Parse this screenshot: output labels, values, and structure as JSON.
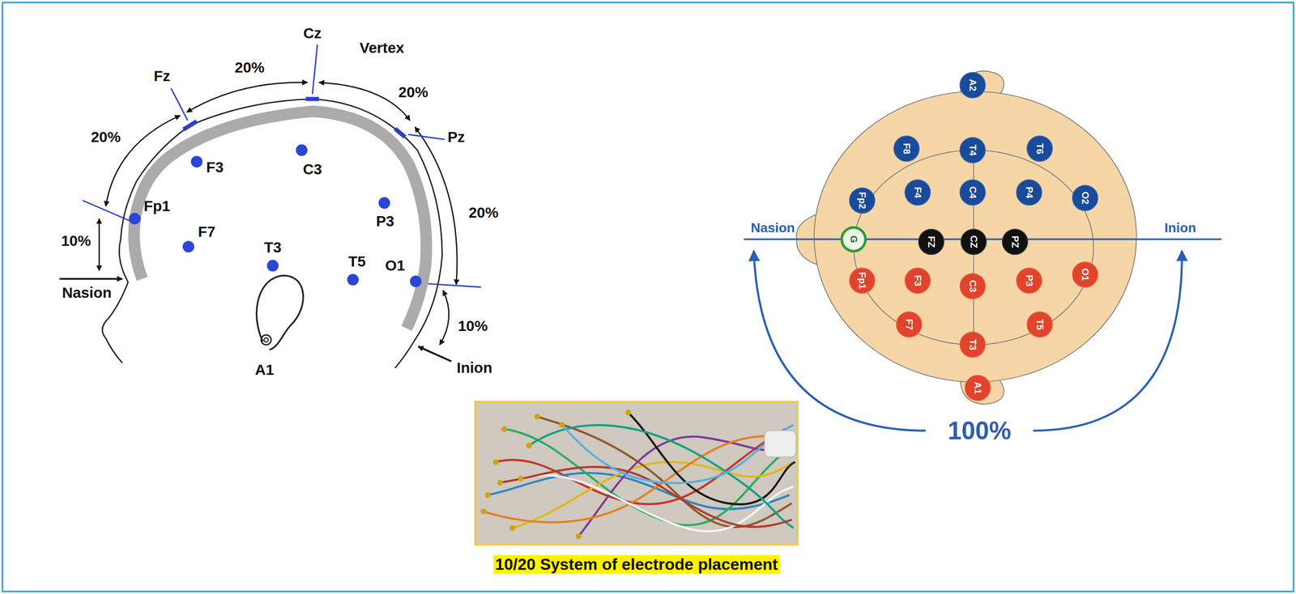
{
  "diagram": {
    "caption": "10/20 System of electrode placement",
    "nodes": [
      {
        "text": [
          "A2"
        ]
      },
      {
        "text": [
          "F8"
        ]
      },
      {
        "text": [
          "T4"
        ]
      },
      {
        "text": [
          "T6"
        ]
      },
      {
        "text": [
          "Fp2"
        ]
      },
      {
        "text": [
          "F4"
        ]
      },
      {
        "text": [
          "C4"
        ]
      },
      {
        "text": [
          "P4"
        ]
      },
      {
        "text": [
          "O2"
        ]
      },
      {
        "text": [
          "G"
        ]
      },
      {
        "text": [
          "FZ"
        ]
      },
      {
        "text": [
          "CZ"
        ]
      },
      {
        "text": [
          "PZ"
        ]
      },
      {
        "text": [
          "Fp1"
        ]
      },
      {
        "text": [
          "F3"
        ]
      },
      {
        "text": [
          "C3"
        ]
      },
      {
        "text": [
          "P3"
        ]
      },
      {
        "text": [
          "O1"
        ]
      },
      {
        "text": [
          "F7"
        ]
      },
      {
        "text": [
          "T3"
        ]
      },
      {
        "text": [
          "T5"
        ]
      },
      {
        "text": [
          "A1"
        ]
      }
    ],
    "labels": [
      "Cz",
      "Vertex",
      "20%",
      "Fz",
      "20%",
      "Pz",
      "20%",
      "F3",
      "C3",
      "Fp1",
      "20%",
      "P3",
      "F7",
      "10%",
      "T3",
      "T5",
      "O1",
      "Nasion",
      "10%",
      "Inion",
      "A1",
      "Nasion",
      "Inion",
      "100%"
    ]
  }
}
